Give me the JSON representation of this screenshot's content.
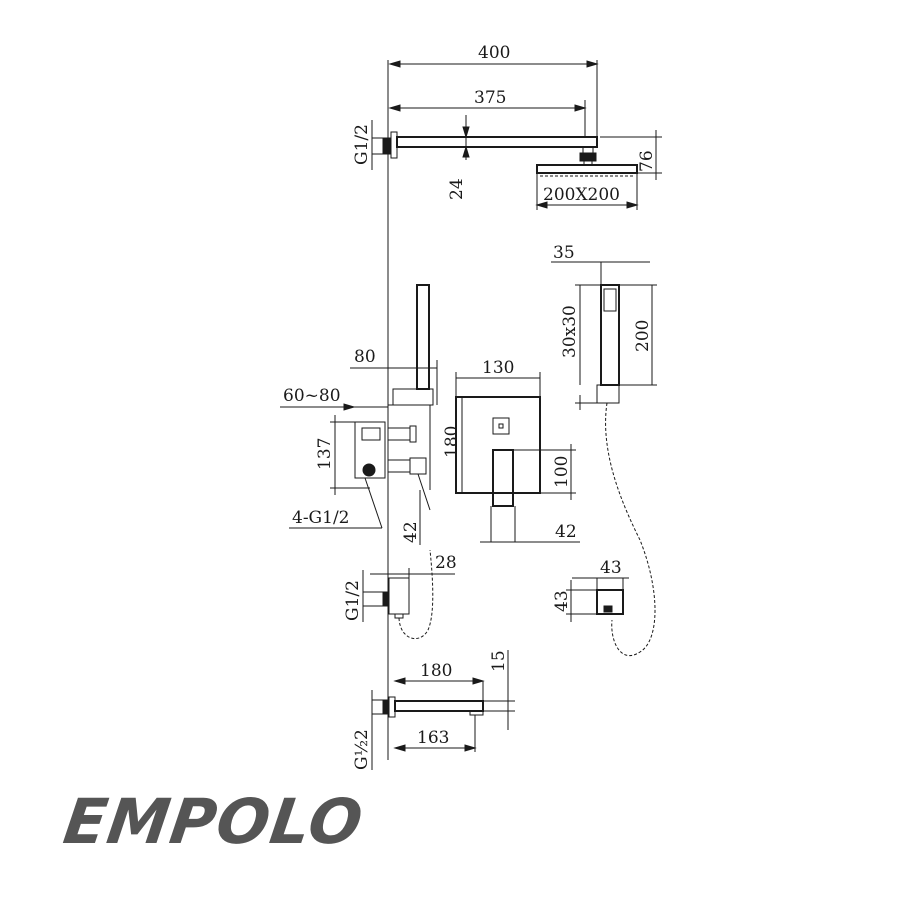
{
  "brand": {
    "logo_text": "EMPOLO",
    "logo_color": "#555555"
  },
  "line_color": "#1a1a1a",
  "dimensions": {
    "arm_total": "400",
    "arm_reach": "375",
    "arm_inlet": "G1/2",
    "arm_height": "24",
    "head_drop": "76",
    "head_size": "200X200",
    "hand_width": "35",
    "hand_grip": "30x30",
    "hand_length": "200",
    "holder_offset": "80",
    "wall_depth": "60~80",
    "valve_height": "137",
    "valve_ports": "4-G1/2",
    "valve_spacing": "42",
    "plate_width": "130",
    "plate_height": "180",
    "handle_height": "100",
    "handle_depth": "42",
    "elbow_depth": "28",
    "elbow_inlet": "G1/2",
    "elbow_size_w": "43",
    "elbow_size_h": "43",
    "spout_length": "180",
    "spout_height": "15",
    "spout_reach": "163",
    "spout_inlet": "G½2"
  }
}
